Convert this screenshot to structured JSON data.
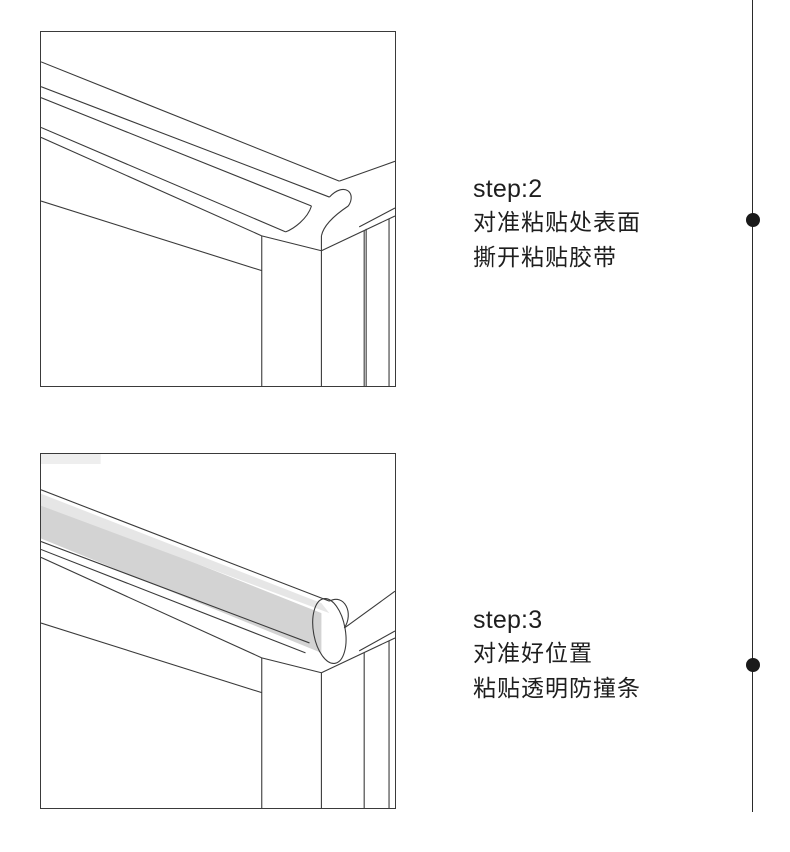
{
  "steps": [
    {
      "label": "step:2",
      "lines": [
        "对准粘贴处表面",
        "撕开粘贴胶带"
      ],
      "illustration_icon": "edge-strip-peel-illustration"
    },
    {
      "label": "step:3",
      "lines": [
        "对准好位置",
        "粘贴透明防撞条"
      ],
      "illustration_icon": "edge-strip-applied-illustration"
    }
  ],
  "colors": {
    "line": "#3a3a3a",
    "text": "#1e1e1e",
    "strip_fill": "#d3d3d3",
    "timeline": "#2a2a2a"
  }
}
